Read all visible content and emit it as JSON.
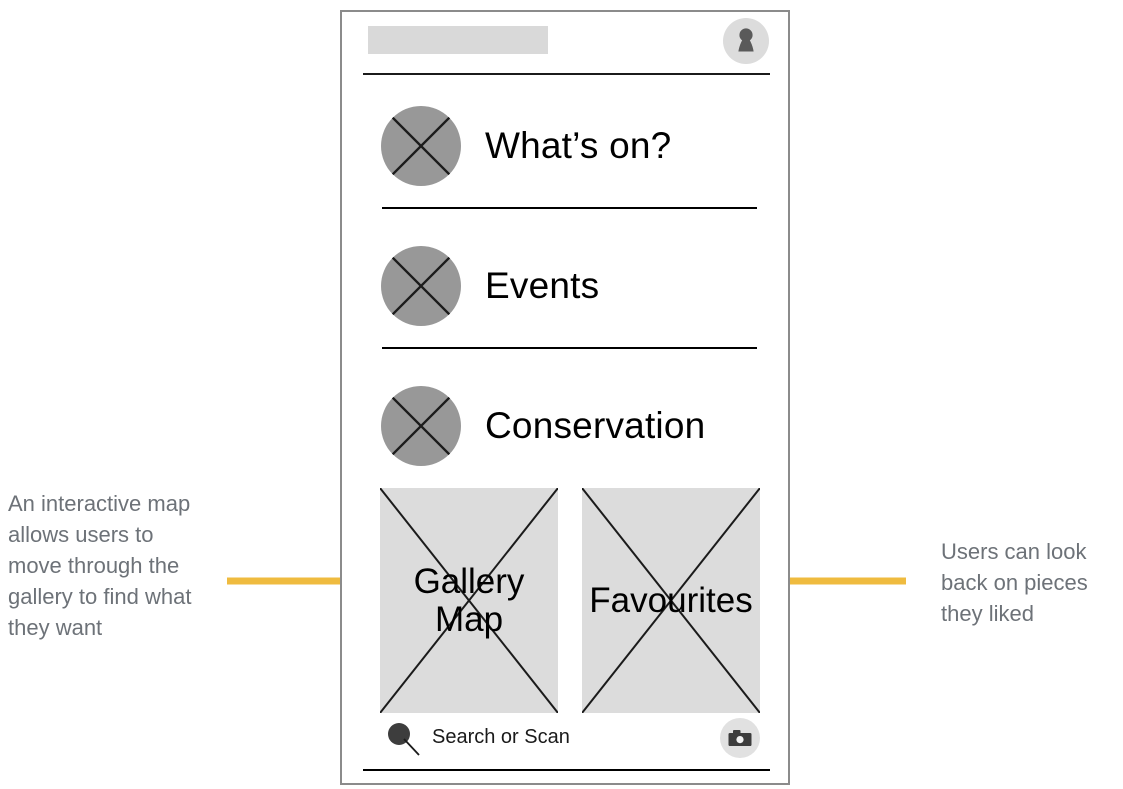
{
  "app": {
    "header": {
      "title_placeholder": "",
      "avatar_icon": "user-avatar-icon"
    },
    "menu_items": [
      {
        "label": "What’s on?",
        "icon": "placeholder-circle-icon"
      },
      {
        "label": "Events",
        "icon": "placeholder-circle-icon"
      },
      {
        "label": "Conservation",
        "icon": "placeholder-circle-icon"
      }
    ],
    "tiles": [
      {
        "label": "Gallery\nMap",
        "icon": "placeholder-image-icon"
      },
      {
        "label": "Favourites",
        "icon": "placeholder-image-icon"
      }
    ],
    "search": {
      "placeholder": "Search or Scan",
      "search_icon": "magnifier-icon",
      "camera_icon": "camera-icon"
    }
  },
  "annotations": {
    "left": "An interactive map allows users to move through the gallery to find what they want",
    "right": "Users can look back on pieces they liked"
  },
  "colors": {
    "arrow": "#efbb3f",
    "placeholder_fill": "#dcdcdc",
    "icon_circle": "#989898",
    "annotation_text": "#6d7278",
    "frame": "#8b8b8b"
  }
}
